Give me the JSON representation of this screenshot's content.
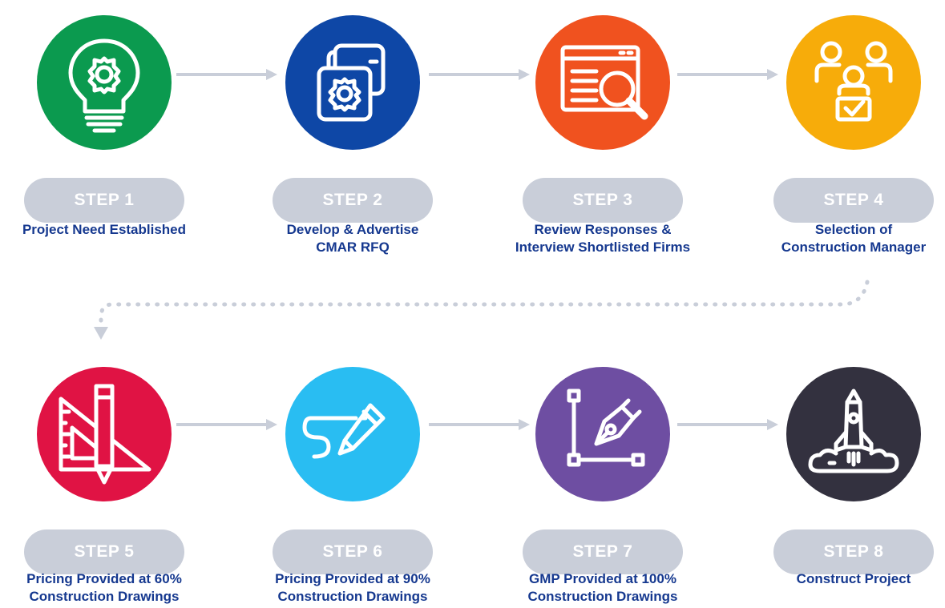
{
  "colors": {
    "step1": "#0b9a4f",
    "step2": "#0e47a6",
    "step3": "#f0521f",
    "step4": "#f7ac0a",
    "step5": "#e01344",
    "step6": "#29bdf2",
    "step7": "#6e4ea2",
    "step8": "#33313f",
    "pill": "#c9ced9",
    "text": "#15388f",
    "arrow": "#c9ced9"
  },
  "steps": [
    {
      "label": "STEP 1",
      "lines": [
        "Project Need Established"
      ],
      "icon": "lightbulb-gear-icon"
    },
    {
      "label": "STEP 2",
      "lines": [
        "Develop & Advertise",
        "CMAR RFQ"
      ],
      "icon": "stacked-gear-pages-icon"
    },
    {
      "label": "STEP 3",
      "lines": [
        "Review Responses &",
        "Interview Shortlisted Firms"
      ],
      "icon": "document-magnifier-icon"
    },
    {
      "label": "STEP 4",
      "lines": [
        "Selection of",
        "Construction Manager"
      ],
      "icon": "people-selection-icon"
    },
    {
      "label": "STEP 5",
      "lines": [
        "Pricing Provided at 60%",
        "Construction Drawings"
      ],
      "icon": "ruler-triangle-pencil-icon"
    },
    {
      "label": "STEP 6",
      "lines": [
        "Pricing Provided at 90%",
        "Construction Drawings"
      ],
      "icon": "pencil-scribble-icon"
    },
    {
      "label": "STEP 7",
      "lines": [
        "GMP Provided at 100%",
        "Construction Drawings"
      ],
      "icon": "pen-tool-vector-icon"
    },
    {
      "label": "STEP 8",
      "lines": [
        "Construct Project"
      ],
      "icon": "rocket-cloud-icon"
    }
  ]
}
